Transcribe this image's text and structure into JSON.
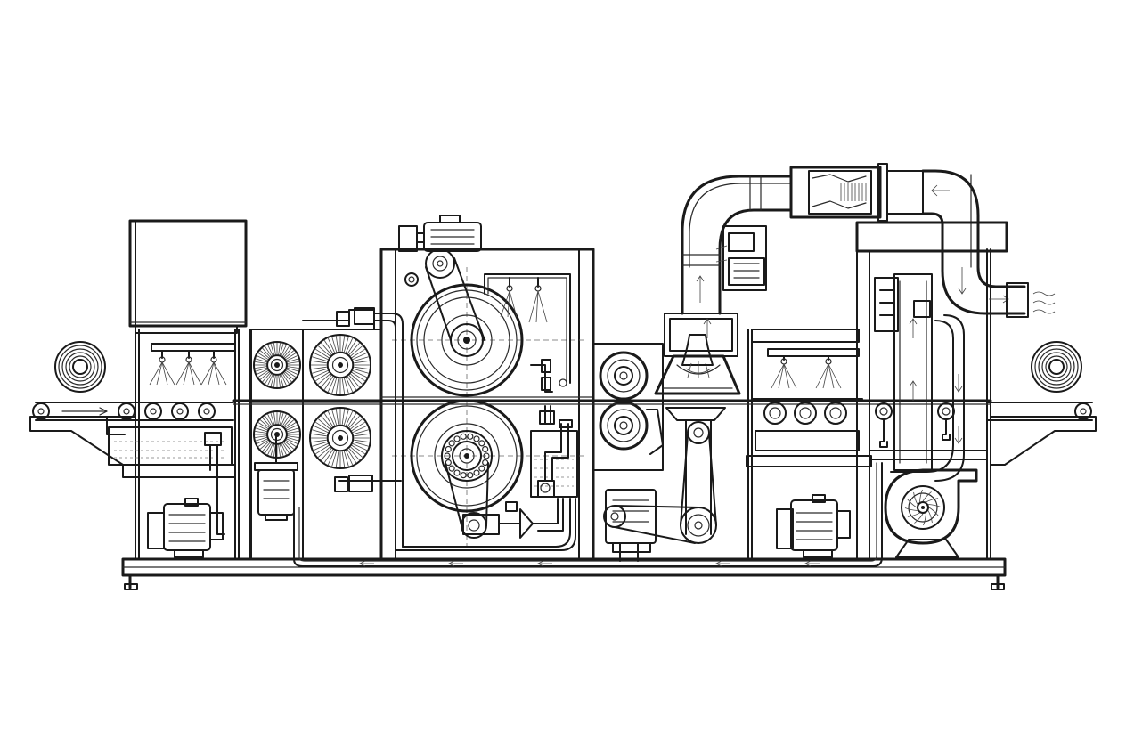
{
  "drawing": {
    "style": "monochrome technical line drawing",
    "colors": {
      "line": "#1a1a1a",
      "background": "#ffffff"
    },
    "components": [
      "feed-roll",
      "infeed-conveyor",
      "control-cabinet",
      "prewash-spray-bar",
      "wash-tank",
      "brush-rollers",
      "brush-motor",
      "main-drum-top",
      "main-drum-bottom",
      "drive-belt",
      "top-drive-motor",
      "rinse-spray-nozzles",
      "coolant-tank",
      "squeeze-rollers",
      "extraction-hood",
      "duct-filter-housing",
      "return-duct",
      "rinse-section",
      "dryer-tower",
      "centrifugal-blower",
      "outfeed-conveyor",
      "outfeed-roll",
      "recirculation-line",
      "pump-motor",
      "transfer-belt-drive",
      "machine-frame"
    ]
  }
}
